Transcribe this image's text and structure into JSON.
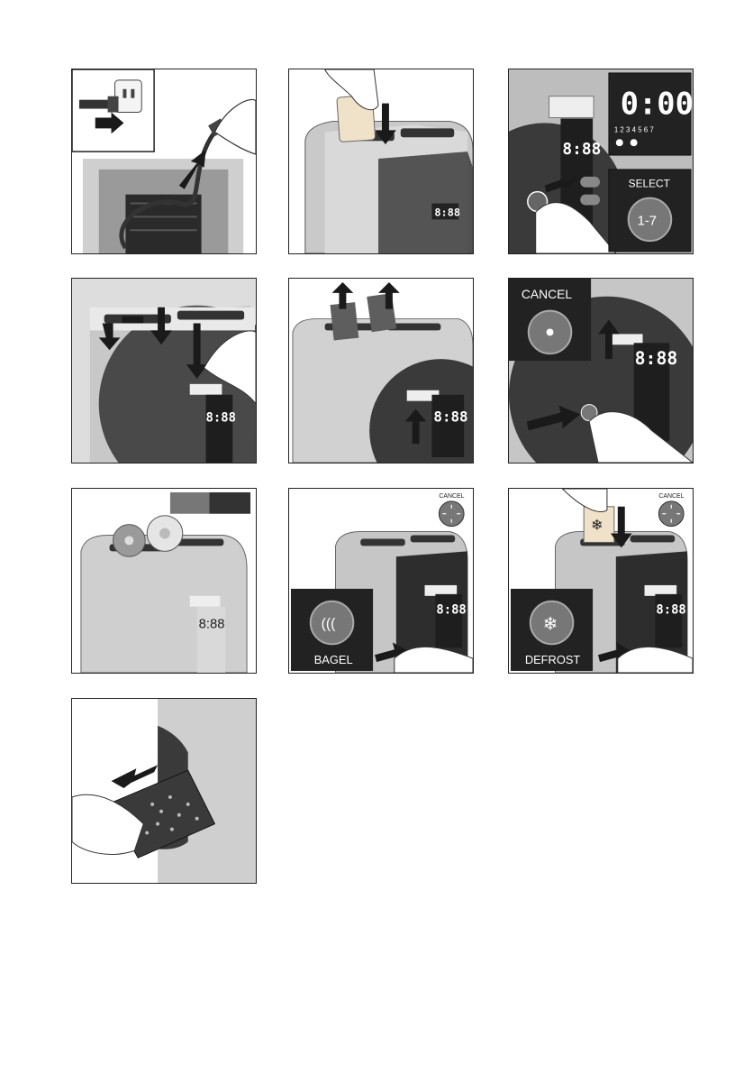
{
  "panels": {
    "p3": {
      "display_time": "0:00",
      "display_scale": "1 2 3 4 5 6 7",
      "select_label": "SELECT",
      "select_range": "1-7"
    },
    "p6": {
      "cancel_label": "CANCEL"
    },
    "p8": {
      "cancel_label": "CANCEL",
      "bagel_label": "BAGEL"
    },
    "p9": {
      "cancel_label": "CANCEL",
      "defrost_label": "DEFROST"
    }
  },
  "colors": {
    "frame": "#222222",
    "arrow": "#1a1a1a",
    "toaster_dark": "#3a3a3a",
    "toaster_light": "#d8d8d8",
    "callout_bg": "#2b2b2b"
  },
  "icons": [
    "plug-icon",
    "arrow-icon",
    "hand-icon",
    "bread-icon",
    "toaster-icon",
    "crumb-tray-icon",
    "snowflake-icon",
    "bagel-icon"
  ]
}
